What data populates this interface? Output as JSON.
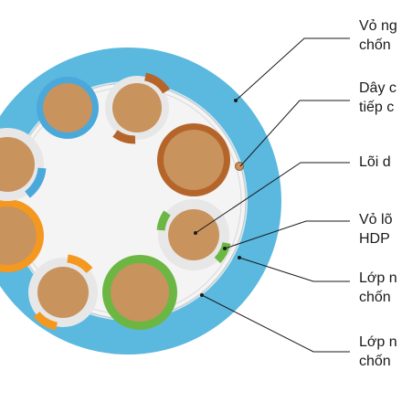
{
  "colors": {
    "outer_jacket": "#5bb8de",
    "shield": "#f2f2f2",
    "copper": "#c8935d",
    "core_blue": "#4aa8db",
    "core_brown": "#b5652a",
    "core_green": "#6cb744",
    "core_orange": "#f5981f",
    "white_sleeve": "#e7e7e7",
    "leader": "#1a1a1a"
  },
  "labels": [
    {
      "line1": "Vỏ ng",
      "line2": "chốn"
    },
    {
      "line1": "Dây c",
      "line2": "tiếp c"
    },
    {
      "line1": "Lõi d",
      "line2": ""
    },
    {
      "line1": "Vỏ lõ",
      "line2": "HDP"
    },
    {
      "line1": "Lớp n",
      "line2": "chốn"
    },
    {
      "line1": "Lớp n",
      "line2": "chốn"
    }
  ]
}
